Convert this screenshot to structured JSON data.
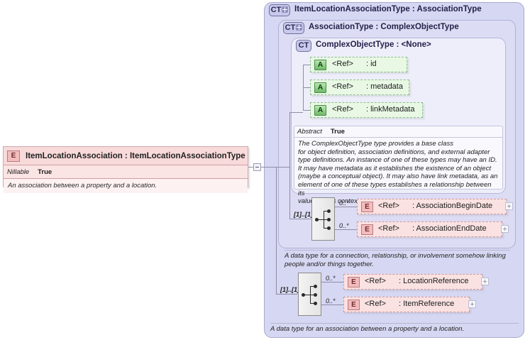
{
  "diagram": {
    "kind": "xsd-schema-diagram",
    "colors": {
      "panel_fill_outer": "#d6d7f2",
      "panel_fill_mid": "#dcdcf4",
      "panel_fill_inner": "#eeeefb",
      "element_fill": "#fdeeee",
      "element_header_fill": "#f8dada",
      "attribute_fill": "#e8f8e4",
      "ref_fill": "#fbe2e2",
      "connector": "#8d8da6"
    }
  },
  "root_element": {
    "badge": "E",
    "badge_icon": "element-badge-icon",
    "title": "ItemLocationAssociation : ItemLocationAssociationType",
    "properties": [
      {
        "key": "Nillable",
        "value": "True"
      }
    ],
    "documentation": "An association between a property and a location.",
    "collapse_toggle": "minus-expander-icon"
  },
  "panels": [
    {
      "id": "item-location-association-type",
      "badge": "CT",
      "badge_expandable": true,
      "title": "ItemLocationAssociationType : AssociationType",
      "footer_doc": "A data type for an association between a property and a location."
    },
    {
      "id": "association-type",
      "badge": "CT",
      "badge_expandable": true,
      "title": "AssociationType : ComplexObjectType",
      "footer_doc": "A data type for a connection, relationship, or involvement somehow linking\npeople and/or things together."
    },
    {
      "id": "complex-object-type",
      "badge": "CT",
      "badge_expandable": false,
      "title": "ComplexObjectType : <None>",
      "footer_doc": ""
    }
  ],
  "attributes": [
    {
      "badge": "A",
      "ref": "<Ref>",
      "name": ": id"
    },
    {
      "badge": "A",
      "ref": "<Ref>",
      "name": ": metadata"
    },
    {
      "badge": "A",
      "ref": "<Ref>",
      "name": ": linkMetadata"
    }
  ],
  "abstract_card": {
    "key": "Abstract",
    "value": "True",
    "documentation": "The ComplexObjectType type provides a base class\nfor object definition, association definitions, and external adapter\ntype definitions. An instance of one of these types may have an ID.\nIt may have metadata as it establishes the existence of an object\n(maybe a conceptual object). It may also have link metadata, as an\nelement of one of these types establishes a relationship between its\nvalue and its context."
  },
  "sequences": [
    {
      "id": "association-type-sequence",
      "icon": "sequence-compositor-icon",
      "occurrence": "[1]..[1]",
      "children": [
        {
          "badge": "E",
          "ref": "<Ref>",
          "name": ": AssociationBeginDate",
          "occurrence": "0..*",
          "expander": "plus-expander-icon"
        },
        {
          "badge": "E",
          "ref": "<Ref>",
          "name": ": AssociationEndDate",
          "occurrence": "0..*",
          "expander": "plus-expander-icon"
        }
      ]
    },
    {
      "id": "item-location-association-type-sequence",
      "icon": "sequence-compositor-icon",
      "occurrence": "[1]..[1]",
      "children": [
        {
          "badge": "E",
          "ref": "<Ref>",
          "name": ": LocationReference",
          "occurrence": "0..*",
          "expander": "plus-expander-icon"
        },
        {
          "badge": "E",
          "ref": "<Ref>",
          "name": ": ItemReference",
          "occurrence": "0..*",
          "expander": "plus-expander-icon"
        }
      ]
    }
  ]
}
